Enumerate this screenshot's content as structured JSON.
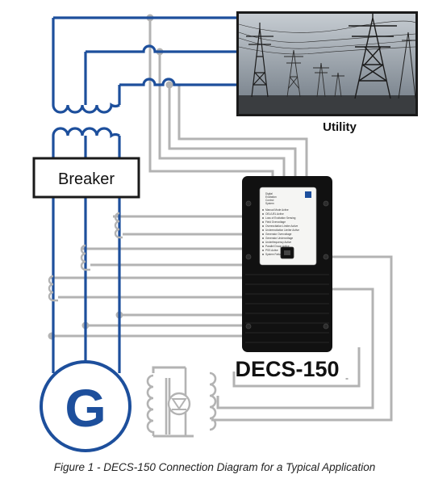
{
  "colors": {
    "primary_wire": "#1d4f9c",
    "secondary_wire": "#b3b3b3",
    "device_body": "#111111",
    "panel": "#f5f5f3",
    "sky": "#9aa3ad"
  },
  "labels": {
    "utility": "Utility",
    "breaker": "Breaker",
    "generator": "G",
    "device": "DECS-150"
  },
  "caption": "Figure 1 - DECS-150 Connection Diagram for a Typical Application",
  "panel": {
    "logo_text": [
      "Digital",
      "Excitation",
      "Control",
      "System"
    ],
    "indicators": [
      "Manual Mode Active",
      "OEL/UEL Active",
      "Loss of Excitation Sensing",
      "Field Overvoltage",
      "Overexcitation Limiter Active",
      "Underexcitation Limiter Active",
      "Generator Overvoltage",
      "Generator Undervoltage",
      "Underfrequency Active",
      "Parallel Droop Active",
      "PSS Active",
      "System Failure"
    ]
  },
  "icons": {
    "utility": "transmission-tower-photo",
    "generator": "generator-circle-icon",
    "current_transformer": "current-transformer-icon",
    "diode": "diode-icon",
    "usb_port": "usb-port-icon"
  }
}
